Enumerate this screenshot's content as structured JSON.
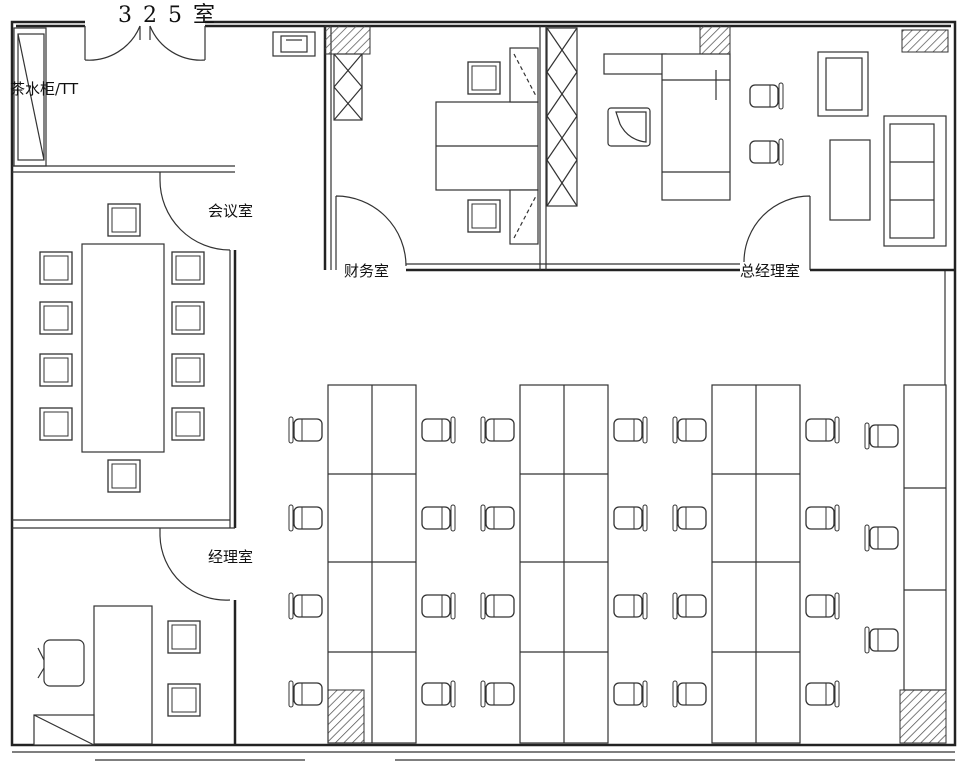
{
  "labels": {
    "room_number": "3 2 5 室",
    "tea_cabinet": "茶水柜/TT",
    "meeting_room": "会议室",
    "finance_room": "财务室",
    "gm_office": "总经理室",
    "manager_office": "经理室"
  },
  "colors": {
    "line": "#222222",
    "fill": "#ffffff",
    "hatch": "#555555"
  },
  "icons": [
    "chair-icon",
    "armchair-icon",
    "sofa-icon",
    "desk-icon",
    "door-swing-icon",
    "printer-icon",
    "hatched-column-icon"
  ]
}
